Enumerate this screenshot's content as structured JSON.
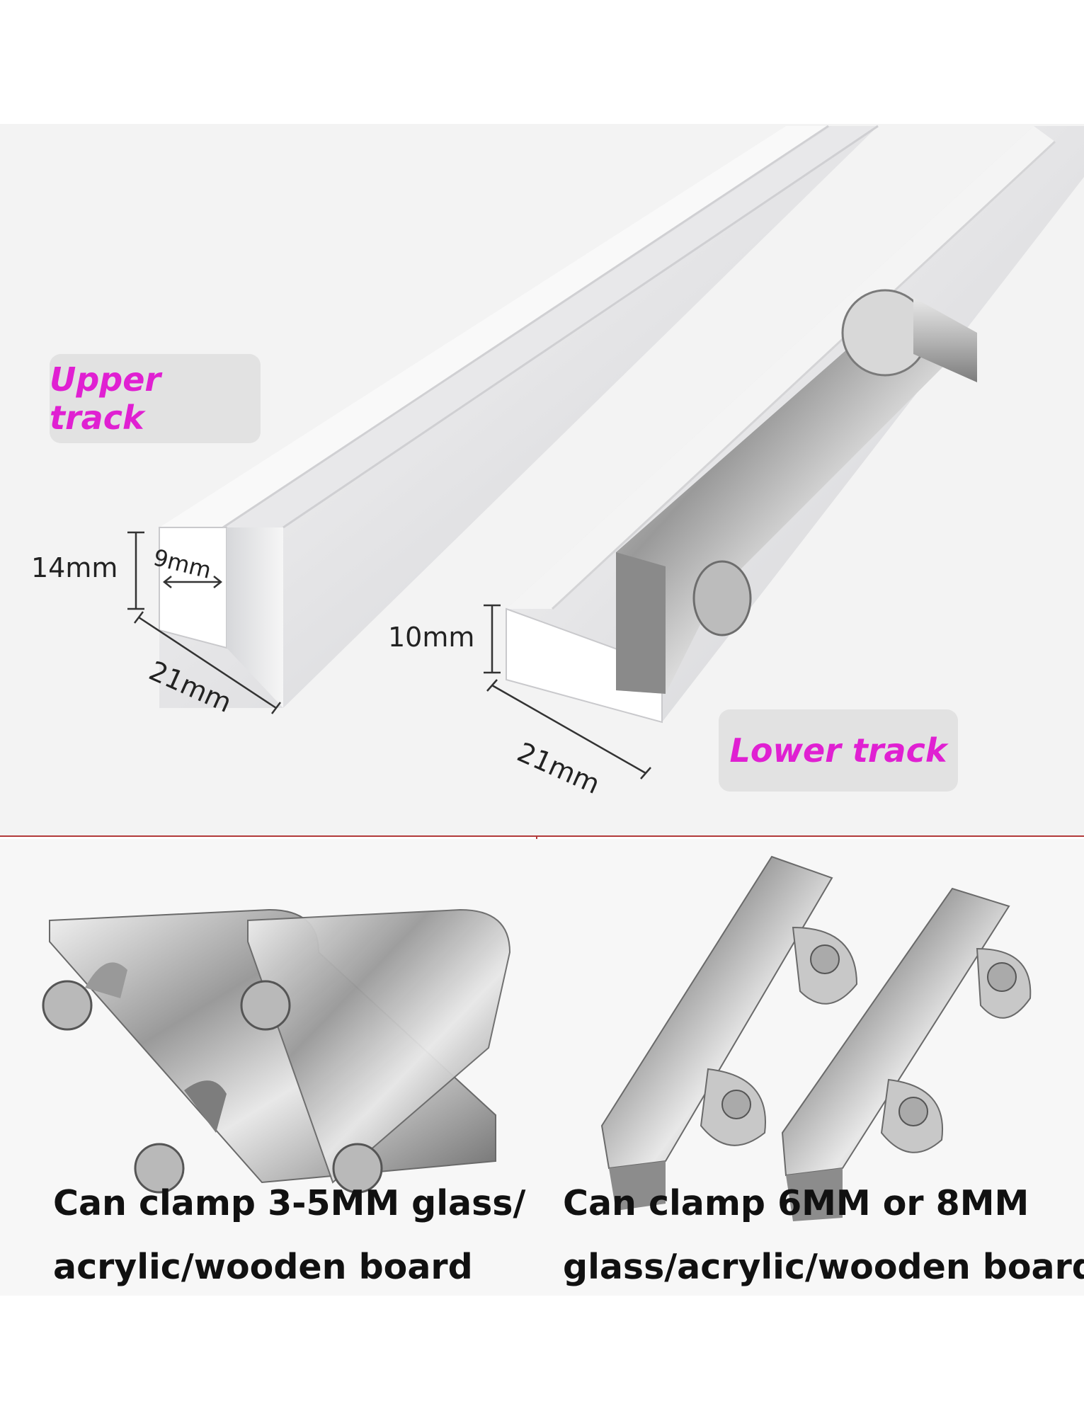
{
  "labels": {
    "upper_track": "Upper track",
    "lower_track": "Lower track"
  },
  "dimensions": {
    "upper_height": "14mm",
    "upper_gap": "9mm",
    "upper_width": "21mm",
    "lower_height": "10mm",
    "lower_width": "21mm"
  },
  "captions": {
    "left_line1": "Can clamp 3-5MM glass/",
    "left_line2": "acrylic/wooden board",
    "right_line1": "Can clamp 6MM or 8MM",
    "right_line2": "glass/acrylic/wooden board"
  },
  "colors": {
    "label_accent": "#e020d2",
    "divider": "#b23a3a"
  }
}
